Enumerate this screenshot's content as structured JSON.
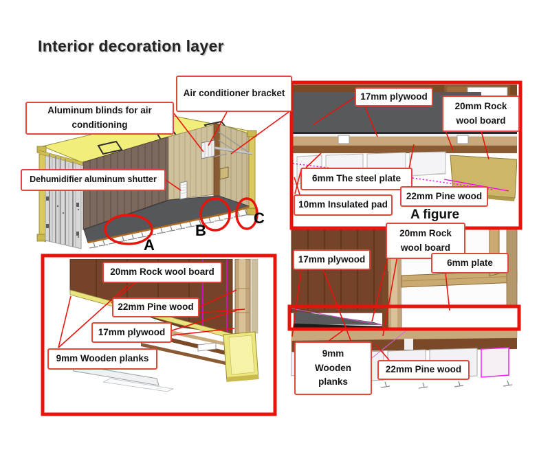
{
  "title": "Interior decoration layer",
  "container": {
    "blinds": "Aluminum blinds for air conditioning",
    "ac_bracket": "Air conditioner bracket",
    "dehumidifier": "Dehumidifier aluminum shutter",
    "marker_a": "A",
    "marker_b": "B",
    "marker_c": "C"
  },
  "figure_a": {
    "plywood": "17mm plywood",
    "rockwool": "20mm Rock wool board",
    "steel": "6mm The steel plate",
    "pine": "22mm Pine wood",
    "insulated": "10mm Insulated pad",
    "caption": "A figure"
  },
  "wall_detail": {
    "rockwool": "20mm Rock wool board",
    "plywood": "17mm plywood",
    "plate": "6mm plate",
    "planks": "9mm\nWooden\nplanks",
    "pine": "22mm Pine wood"
  },
  "corner_detail": {
    "rockwool": "20mm Rock wool board",
    "pine": "22mm Pine wood",
    "plywood": "17mm plywood",
    "planks": "9mm Wooden planks"
  },
  "colors": {
    "highlight_red": "#e8140c",
    "label_border": "#e0483c",
    "magenta": "#ee00ee",
    "roof_yellow": "#f2ee7c",
    "wall_brown": "#74432a",
    "floor_gray": "#56575a",
    "pine_khaki": "#cdb668",
    "wood_tan": "#c9a87c"
  }
}
